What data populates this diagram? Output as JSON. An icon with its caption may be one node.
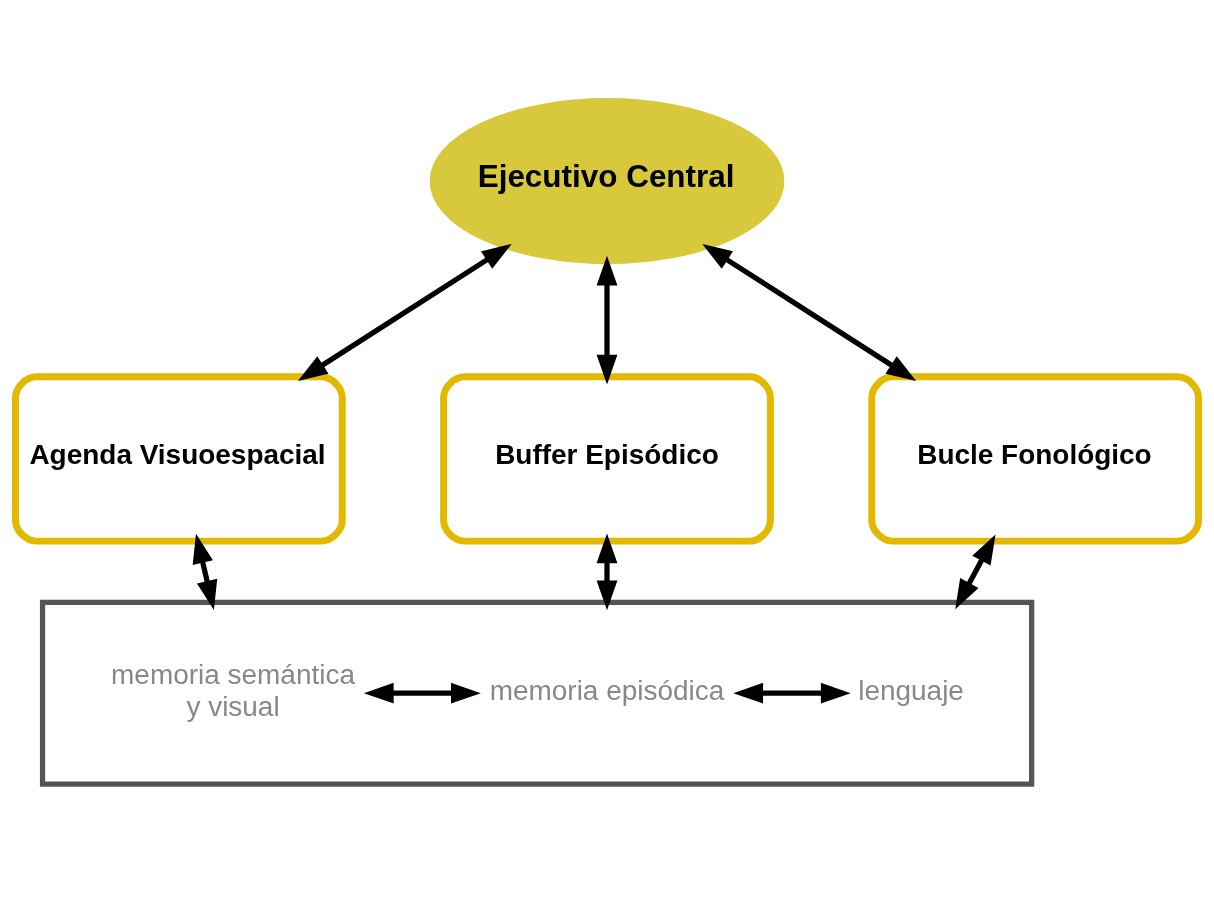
{
  "diagram": {
    "nodes": [
      {
        "text": [
          "Ejecutivo Central"
        ]
      },
      {
        "text": [
          "Agenda Visuoespacial"
        ]
      },
      {
        "text": [
          "Buffer Episódico"
        ]
      },
      {
        "text": [
          "Bucle Fonológico"
        ]
      },
      {
        "text": [],
        "shape": "box"
      },
      {
        "text": [
          "memoria semántica y visual"
        ],
        "in": 4
      },
      {
        "text": [
          "memoria episódica"
        ],
        "in": 4
      },
      {
        "text": [
          "lenguaje"
        ],
        "in": 4
      }
    ],
    "edges": [
      {
        "from": 0,
        "to": 1,
        "arrow": "both"
      },
      {
        "from": 0,
        "to": 2,
        "arrow": "both"
      },
      {
        "from": 0,
        "to": 3,
        "arrow": "both"
      },
      {
        "from": 1,
        "to": 4,
        "arrow": "both"
      },
      {
        "from": 2,
        "to": 4,
        "arrow": "both"
      },
      {
        "from": 3,
        "to": 4,
        "arrow": "both"
      },
      {
        "from": 5,
        "to": 6,
        "arrow": "both"
      },
      {
        "from": 6,
        "to": 7,
        "arrow": "both"
      }
    ]
  }
}
